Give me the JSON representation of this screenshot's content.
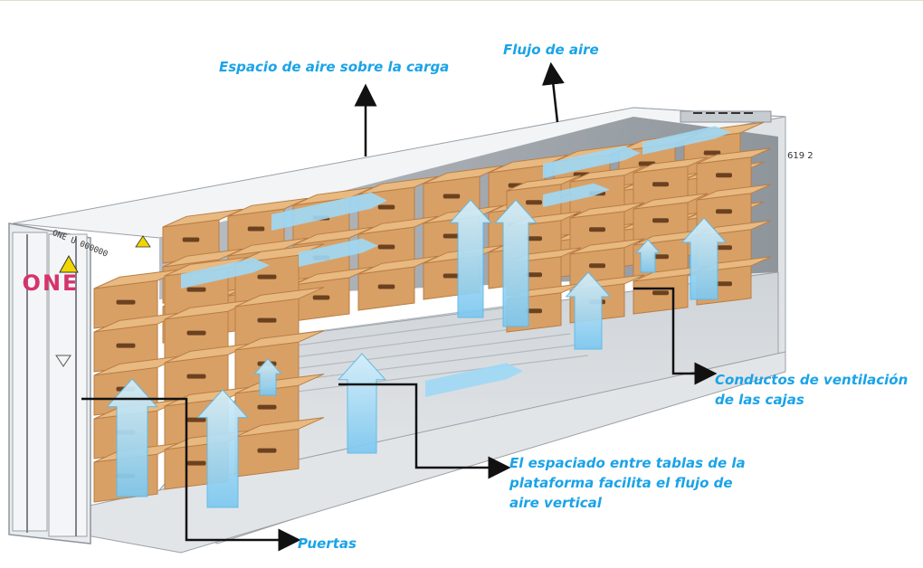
{
  "labels": {
    "air_space": "Espacio de aire sobre la carga",
    "air_flow": "Flujo de aire",
    "box_vents": [
      "Conductos de ventilación",
      "de las cajas"
    ],
    "pallet_spacing": [
      "El espaciado entre tablas de la",
      "plataforma facilita el flujo de",
      "aire vertical"
    ],
    "doors": "Puertas"
  },
  "container_markings": {
    "brand_left": "ONE",
    "side_code": "ONE U 000000",
    "rear_number": "619 2"
  },
  "colors": {
    "label_text": "#1aa3e8",
    "box": "#d9a066",
    "box_dark": "#b97e45",
    "airflow": "#9fd8f5",
    "container": "#eef0f2",
    "brand": "#d6336c"
  }
}
